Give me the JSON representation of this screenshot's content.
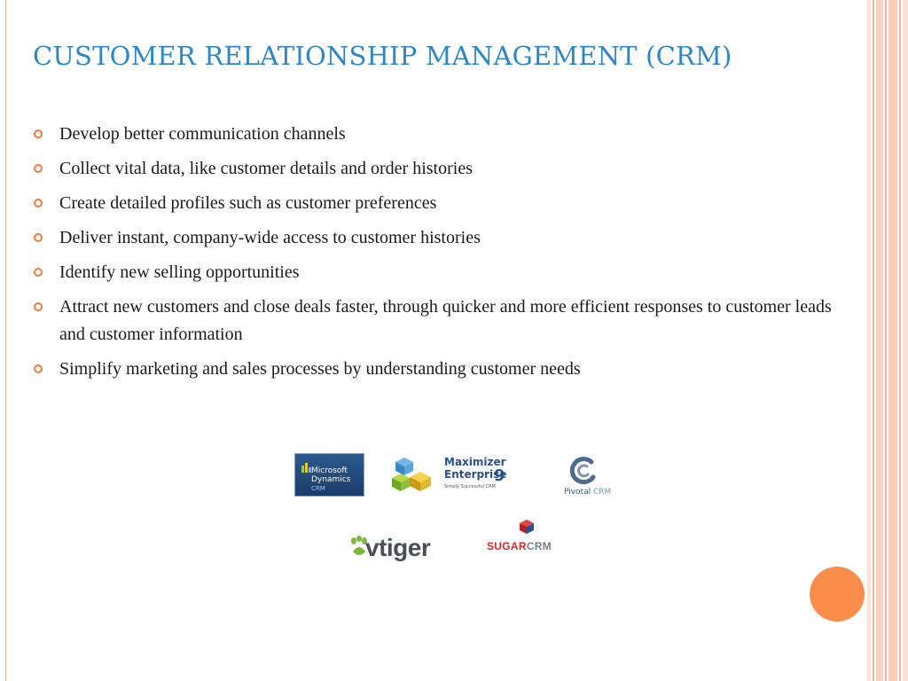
{
  "slide": {
    "title": "CUSTOMER RELATIONSHIP MANAGEMENT (CRM)",
    "bullets": [
      "Develop better communication channels",
      "Collect vital data, like customer details and order histories",
      "Create detailed profiles such as customer preferences",
      "Deliver instant, company-wide access to customer histories",
      "Identify new selling opportunities",
      "Attract new customers and close deals faster, through quicker and more efficient responses to customer leads and customer information",
      "Simplify marketing and sales processes by understanding customer needs"
    ]
  },
  "logos": {
    "microsoft": {
      "line1": "Microsoft",
      "line2": "Dynamics",
      "crm": "CRM"
    },
    "maximizer": {
      "line1": "Maximizer",
      "line2": "Enterprise",
      "version": "9",
      "tagline": "Simply Successful CRM"
    },
    "pivotal": {
      "name": "Pivotal",
      "crm": "CRM"
    },
    "vtiger": {
      "name": "vtiger"
    },
    "sugarcrm": {
      "sugar": "SUGAR",
      "crm": "CRM"
    }
  },
  "colors": {
    "title": "#2e87c4",
    "bullet_marker": "#f07a3b",
    "accent_circle": "#fb8c4a"
  }
}
